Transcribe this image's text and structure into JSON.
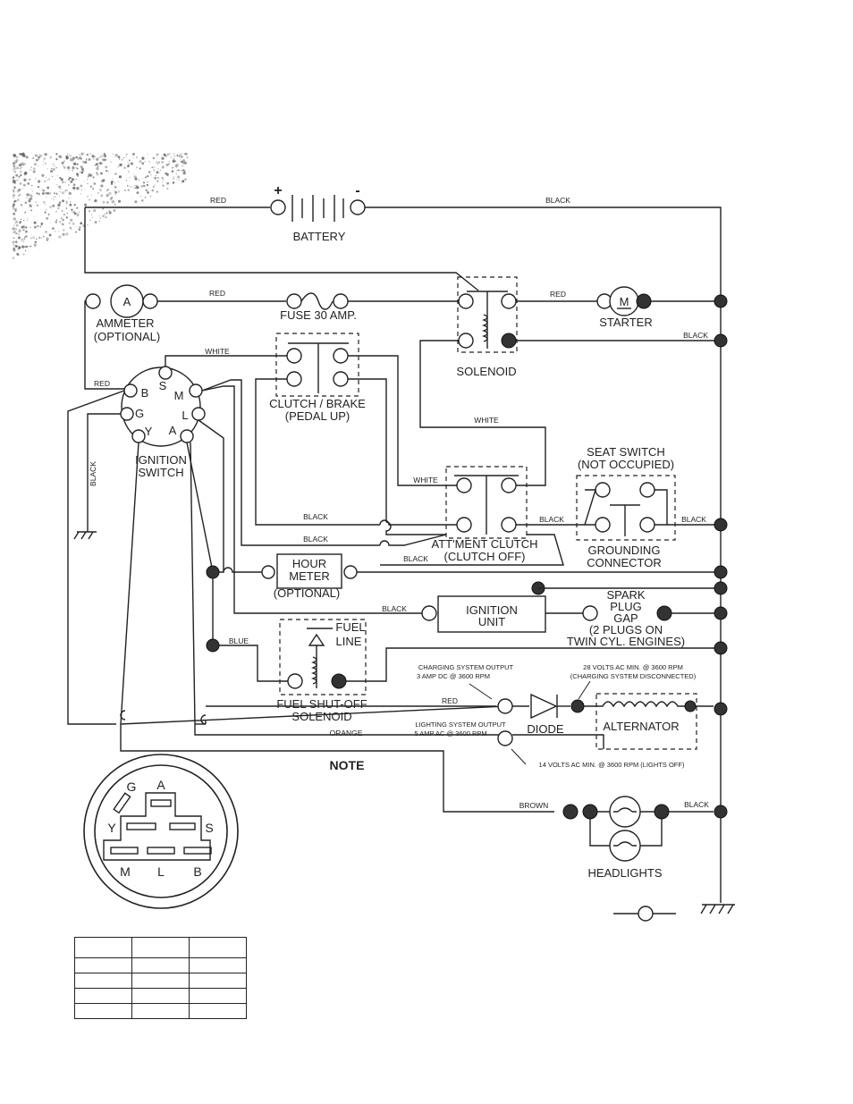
{
  "labels": {
    "battery": "BATTERY",
    "ammeter": "AMMETER",
    "optional": "(OPTIONAL)",
    "ammeter_letter": "A",
    "fuse": "FUSE 30 AMP.",
    "starter": "STARTER",
    "starter_letter": "M",
    "solenoid": "SOLENOID",
    "clutch_brake": "CLUTCH / BRAKE",
    "pedal_up": "(PEDAL UP)",
    "ignition": "IGNITION",
    "switch": "SWITCH",
    "seat_switch": "SEAT SWITCH",
    "not_occupied": "(NOT OCCUPIED)",
    "attment_clutch": "ATT'MENT CLUTCH",
    "clutch_off": "(CLUTCH OFF)",
    "grounding": "GROUNDING",
    "connector": "CONNECTOR",
    "hour": "HOUR",
    "meter": "METER",
    "ignition_unit_1": "IGNITION",
    "ignition_unit_2": "UNIT",
    "spark_1": "SPARK",
    "spark_2": "PLUG",
    "spark_3": "GAP",
    "spark_4": "(2 PLUGS ON",
    "spark_5": "TWIN CYL. ENGINES)",
    "fuel_line_1": "FUEL",
    "fuel_line_2": "LINE",
    "fuel_shutoff_1": "FUEL SHUT-OFF",
    "fuel_shutoff_2": "SOLENOID",
    "diode": "DIODE",
    "alternator": "ALTERNATOR",
    "note": "NOTE",
    "headlights": "HEADLIGHTS",
    "plus": "+",
    "minus": "-"
  },
  "ignition_terminals": [
    "B",
    "S",
    "M",
    "G",
    "L",
    "Y",
    "A"
  ],
  "plug_letters": {
    "g": "G",
    "a": "A",
    "y": "Y",
    "s": "S",
    "m": "M",
    "l": "L",
    "b": "B"
  },
  "wires": {
    "red1": "RED",
    "black1": "BLACK",
    "red2": "RED",
    "red3": "RED",
    "black2": "BLACK",
    "white1": "WHITE",
    "red4": "RED",
    "white2": "WHITE",
    "white3": "WHITE",
    "black_v": "BLACK",
    "black3": "BLACK",
    "black4": "BLACK",
    "black5": "BLACK",
    "black6": "BLACK",
    "black7": "BLACK",
    "black8": "BLACK",
    "blue": "BLUE",
    "red5": "RED",
    "orange": "ORANGE",
    "brown": "BROWN",
    "black9": "BLACK"
  },
  "callouts": {
    "charging_1": "CHARGING SYSTEM OUTPUT",
    "charging_2": "3 AMP DC @ 3600 RPM",
    "volts28_1": "28 VOLTS AC MIN. @ 3600 RPM",
    "volts28_2": "(CHARGING SYSTEM DISCONNECTED)",
    "lighting_1": "LIGHTING SYSTEM OUTPUT",
    "lighting_2": "5 AMP AC @ 3600 RPM",
    "volts14": "14 VOLTS AC MIN. @ 3600 RPM (LIGHTS OFF)"
  }
}
